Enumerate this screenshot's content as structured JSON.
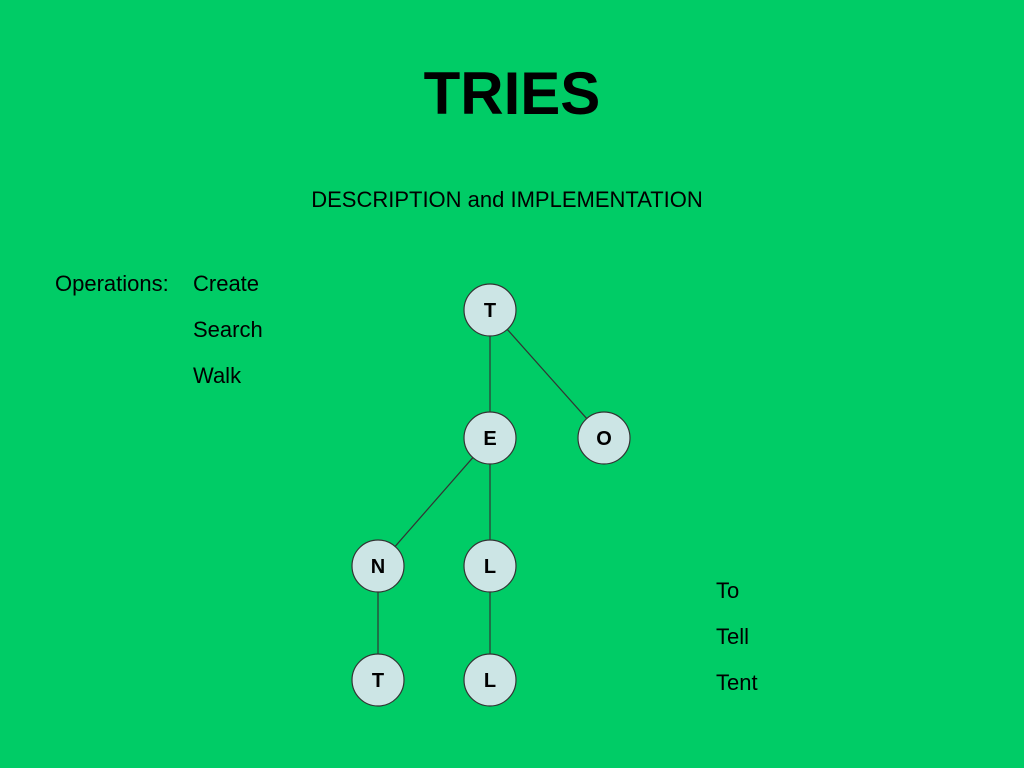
{
  "slide": {
    "background_color": "#00CC66",
    "title": "TRIES",
    "subtitle": "DESCRIPTION and IMPLEMENTATION"
  },
  "operations": {
    "label": "Operations:",
    "items": [
      "Create",
      "Search",
      "Walk"
    ]
  },
  "trie": {
    "node_fill": "#CCE5E5",
    "node_stroke": "#333333",
    "edge_color": "#333333",
    "nodes": [
      {
        "id": "root",
        "letter": "T"
      },
      {
        "id": "e",
        "letter": "E"
      },
      {
        "id": "o",
        "letter": "O"
      },
      {
        "id": "n",
        "letter": "N"
      },
      {
        "id": "l1",
        "letter": "L"
      },
      {
        "id": "t2",
        "letter": "T"
      },
      {
        "id": "l2",
        "letter": "L"
      }
    ],
    "edges": [
      {
        "from": "root",
        "to": "e"
      },
      {
        "from": "root",
        "to": "o"
      },
      {
        "from": "e",
        "to": "n"
      },
      {
        "from": "e",
        "to": "l1"
      },
      {
        "from": "n",
        "to": "t2"
      },
      {
        "from": "l1",
        "to": "l2"
      }
    ]
  },
  "words": [
    "To",
    "Tell",
    "Tent"
  ]
}
